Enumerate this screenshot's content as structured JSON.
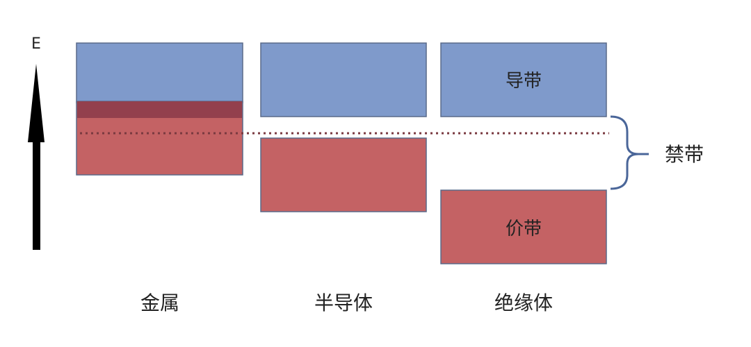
{
  "axis": {
    "label": "E"
  },
  "columns": [
    {
      "label": "金属"
    },
    {
      "label": "半导体"
    },
    {
      "label": "绝缘体"
    }
  ],
  "band_labels": {
    "conduction": "导带",
    "valence": "价带",
    "gap": "禁带"
  },
  "colors": {
    "conduction": "#7f9acb",
    "valence": "#c46264",
    "overlap": "#93404d",
    "border": "#5a6a8a",
    "brace": "#4a6699"
  }
}
